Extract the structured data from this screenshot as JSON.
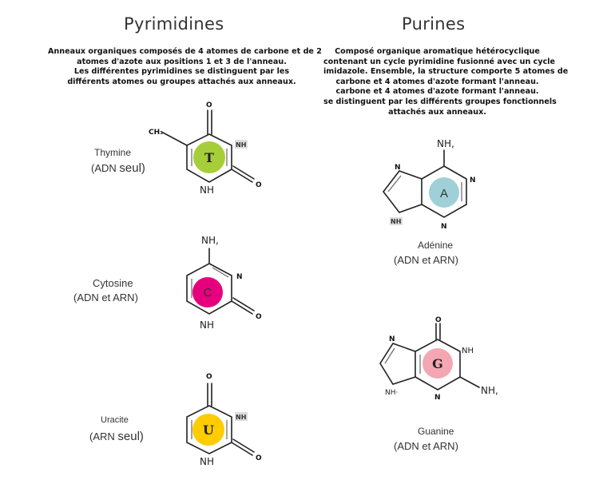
{
  "pyrimidines": {
    "heading": "Pyrimidines",
    "description": [
      "Anneaux organiques composés de 4 atomes de carbone et de 2",
      "atomes d'azote aux positions 1 et 3 de l'anneau.",
      "Les différentes pyrimidines se distinguent par les",
      "différents atomes ou groupes attachés aux anneaux."
    ],
    "thymine": {
      "name": "Thymine",
      "usage_a": "(ADN ",
      "usage_b": "seul)",
      "letter": "T",
      "color": "#a6ce39",
      "atoms": {
        "o_top": "O",
        "methyl": "CH₃",
        "nh_right": "NH",
        "o_right": "O",
        "nh_bottom": "NH"
      }
    },
    "cytosine": {
      "name": "Cytosine",
      "usage": "(ADN et ARN)",
      "letter": "C",
      "color": "#e6007e",
      "atoms": {
        "nh2_top": "NH,",
        "n_right": "N",
        "o_right": "O",
        "nh_bottom": "NH"
      }
    },
    "uracile": {
      "name": "Uracite",
      "usage_a": "(ARN ",
      "usage_b": "seul)",
      "letter": "U",
      "color": "#ffcc00",
      "atoms": {
        "o_top": "O",
        "nh_right": "NH",
        "o_right": "O",
        "nh_bottom": "NH"
      }
    }
  },
  "purines": {
    "heading": "Purines",
    "description": [
      "Composé organique aromatique hétérocyclique",
      "contenant un cycle pyrimidine fusionné avec un cycle",
      "imidazole. Ensemble, la structure comporte 5 atomes de",
      "carbone et 4 atomes d'azote formant l'anneau.",
      "carbone et 4 atomes d'azote formant l'anneau.",
      "se distinguent par les différents groupes fonctionnels",
      "attachés aux anneaux."
    ],
    "adenine": {
      "name": "Adénine",
      "usage": "(ADN et ARN)",
      "letter": "A",
      "color": "#9fd0d8",
      "atoms": {
        "nh2_top": "NH,",
        "n_left_top": "N",
        "n_right": "N",
        "nh_left_bottom": "NH",
        "n_bottom": "N"
      }
    },
    "guanine": {
      "name": "Guanine",
      "usage": "(ADN et ARN)",
      "letter": "G",
      "color": "#f4a7b3",
      "atoms": {
        "o_top": "O",
        "n_left_top": "N",
        "nh_right": "NH",
        "nh_left_bottom": "NH·",
        "n_bottom": "N",
        "nh2_right": "NH,"
      }
    }
  }
}
